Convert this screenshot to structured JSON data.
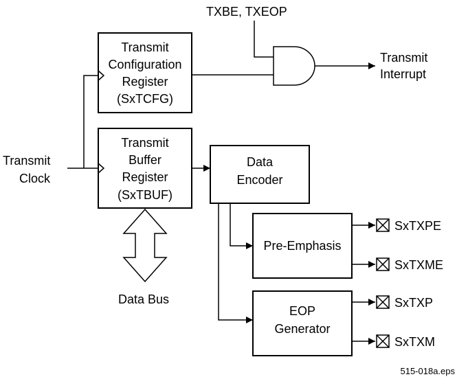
{
  "inputs": {
    "transmit_clock": [
      "Transmit",
      "Clock"
    ],
    "txbe_txeop": "TXBE, TXEOP"
  },
  "blocks": {
    "config_register": [
      "Transmit",
      "Configuration",
      "Register",
      "(SxTCFG)"
    ],
    "buffer_register": [
      "Transmit",
      "Buffer",
      "Register",
      "(SxTBUF)"
    ],
    "data_encoder": [
      "Data",
      "Encoder"
    ],
    "pre_emphasis": "Pre-Emphasis",
    "eop_generator": [
      "EOP",
      "Generator"
    ]
  },
  "outputs": {
    "transmit_interrupt": [
      "Transmit",
      "Interrupt"
    ],
    "pins": [
      "SxTXPE",
      "SxTXME",
      "SxTXP",
      "SxTXM"
    ]
  },
  "data_bus": "Data Bus",
  "file_label": "515-018a.eps"
}
